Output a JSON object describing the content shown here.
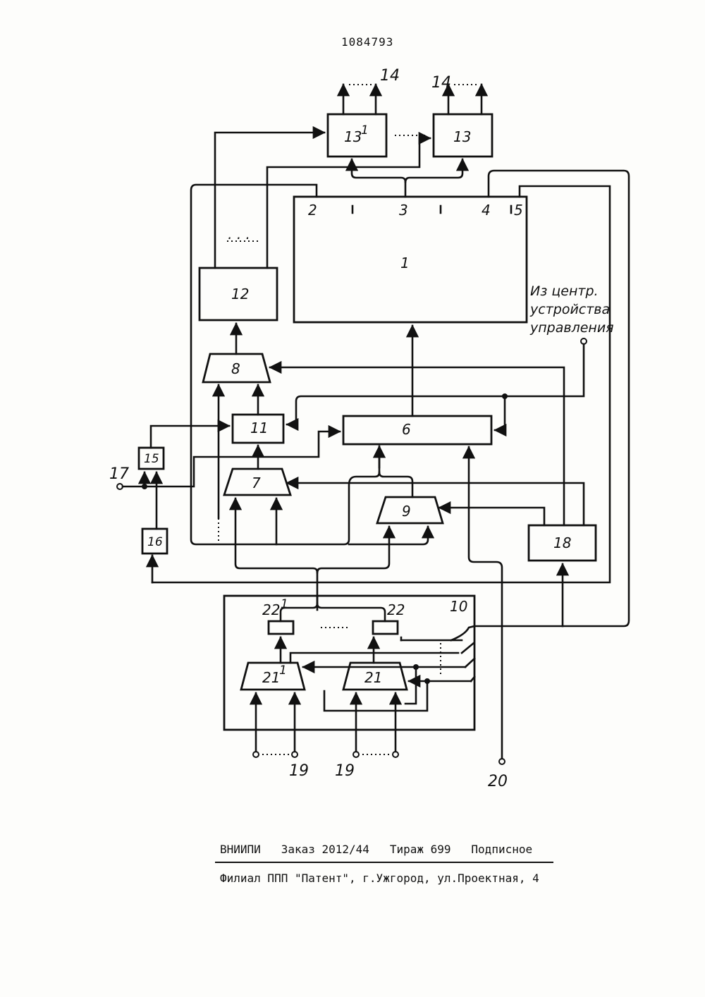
{
  "document_number": "1084793",
  "diagram": {
    "blocks": {
      "b1": "1",
      "b6": "6",
      "b7": "7",
      "b8": "8",
      "b9": "9",
      "b10": "10",
      "b11": "11",
      "b12": "12",
      "b13a": "13",
      "b13a_sup": "1",
      "b13b": "13",
      "b15": "15",
      "b16": "16",
      "b18": "18",
      "b21a": "21",
      "b21a_sup": "1",
      "b21b": "21",
      "b22a": "22",
      "b22a_sup": "1",
      "b22b": "22"
    },
    "ports": {
      "p2": "2",
      "p3": "3",
      "p4": "4",
      "p5": "5"
    },
    "terminals": {
      "t14a": "14",
      "t14b": "14",
      "t17": "17",
      "t19a": "19",
      "t19b": "19",
      "t20": "20"
    },
    "note": [
      "Из центр.",
      "устройства",
      "управления"
    ],
    "ellipsis": "· · ·"
  },
  "footer": {
    "line1": "ВНИИПИ   Заказ 2012/44   Тираж 699   Подписное",
    "line2": "Филиал ППП \"Патент\", г.Ужгород, ул.Проектная, 4"
  }
}
